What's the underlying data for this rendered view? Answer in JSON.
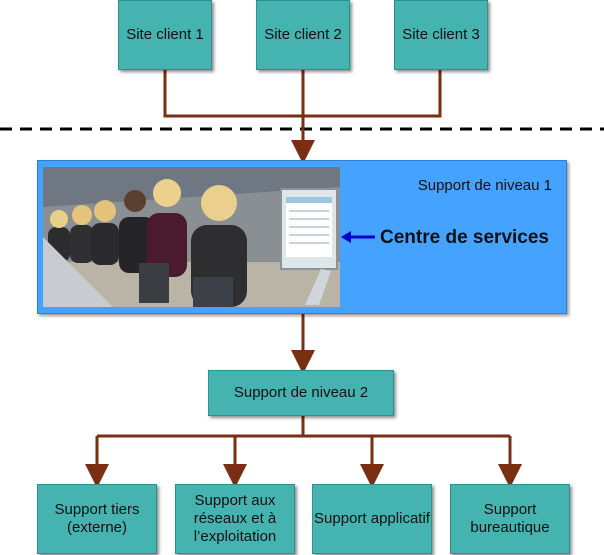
{
  "sites": [
    {
      "label": "Site client 1"
    },
    {
      "label": "Site client 2"
    },
    {
      "label": "Site client 3"
    }
  ],
  "level1": {
    "title": "Support de niveau 1",
    "service_desk": "Centre de services"
  },
  "level2": {
    "label": "Support de niveau 2"
  },
  "supports": [
    {
      "label": "Support tiers (externe)"
    },
    {
      "label": "Support aux réseaux et à l’exploitation"
    },
    {
      "label": "Support applicatif"
    },
    {
      "label": "Support bureautique"
    }
  ],
  "colors": {
    "box_teal": "#45b3b0",
    "level1_blue": "#45a3ff",
    "connector_brown": "#7a2e12",
    "pointer_arrow": "#0000cc"
  },
  "icons": {
    "scene": "call-center-agents-illustration"
  }
}
